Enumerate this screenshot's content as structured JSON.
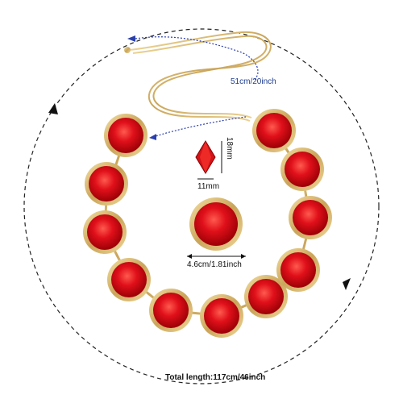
{
  "measurements": {
    "extension_length": "51cm/20inch",
    "stone_height": "18mm",
    "stone_width": "11mm",
    "medallion_diameter": "4.6cm/1.81inch",
    "total_length": "Total length:117cm/46inch"
  },
  "colors": {
    "stone_red": "#e0101a",
    "stone_dark": "#a30008",
    "gold": "#d8b76e",
    "arrow_blue": "#2a3fae",
    "dashed_circle": "#222222"
  }
}
